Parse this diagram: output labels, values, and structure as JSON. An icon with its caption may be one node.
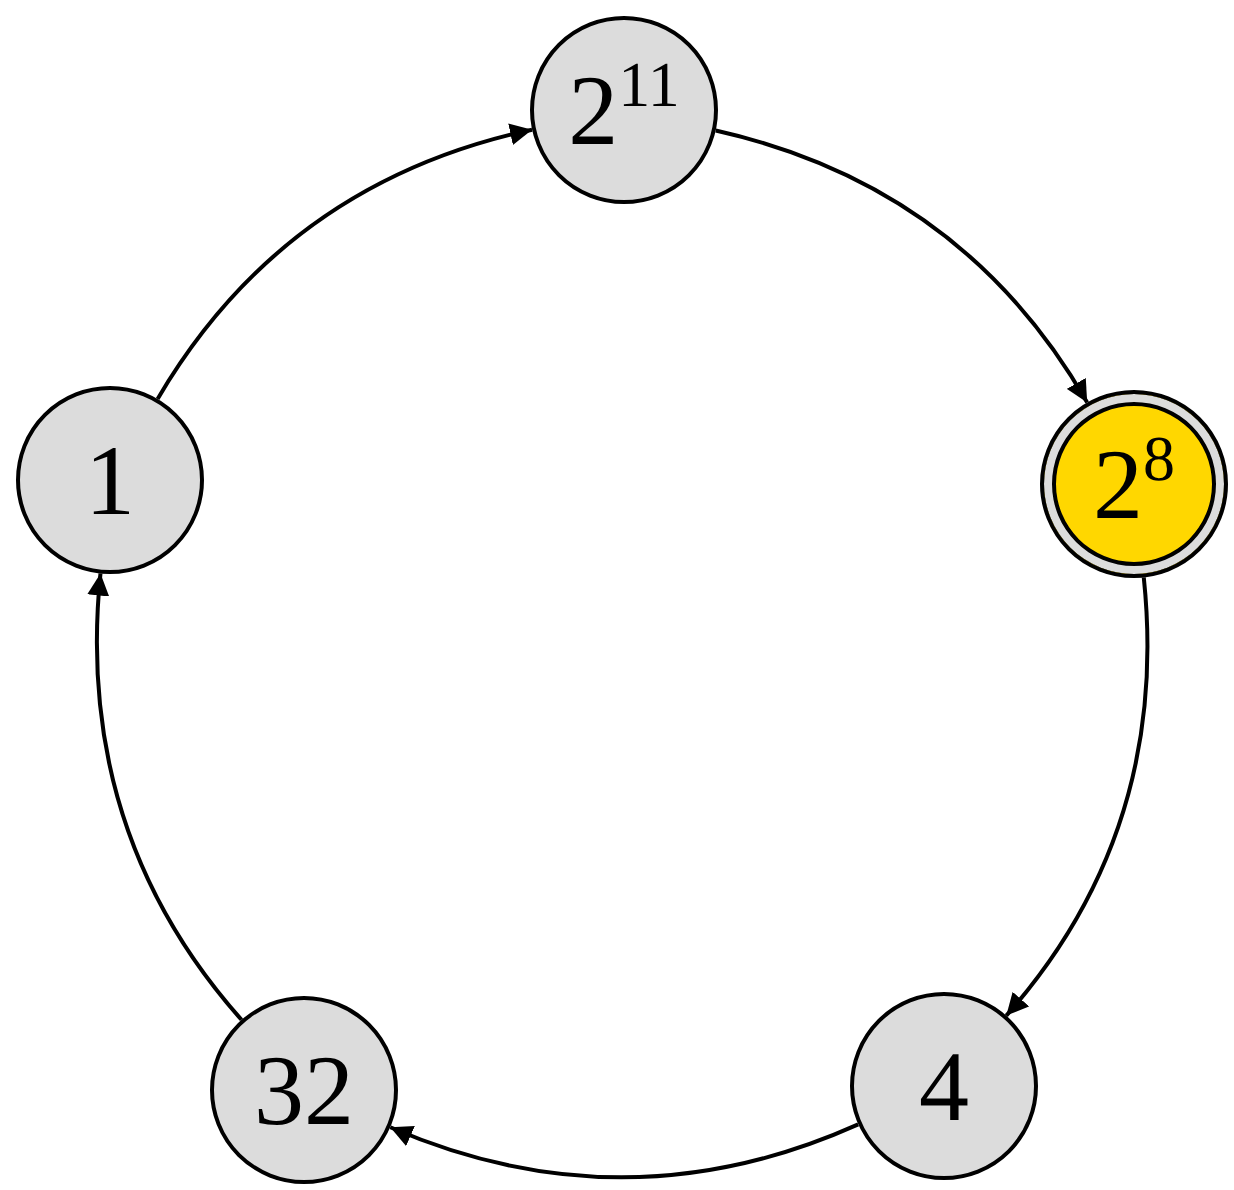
{
  "diagram": {
    "nodes": [
      {
        "text": [
          "1"
        ]
      },
      {
        "text": [
          "2$^{11}$"
        ]
      },
      {
        "text": [
          "2$^{8}$"
        ]
      },
      {
        "text": [
          "4"
        ]
      },
      {
        "text": [
          "32"
        ]
      }
    ],
    "edges": [
      {
        "from": 0,
        "to": 1,
        "arrow": "to"
      },
      {
        "from": 1,
        "to": 2,
        "arrow": "to"
      },
      {
        "from": 2,
        "to": 3,
        "arrow": "to"
      },
      {
        "from": 3,
        "to": 4,
        "arrow": "to"
      },
      {
        "from": 4,
        "to": 0,
        "arrow": "to"
      }
    ]
  }
}
